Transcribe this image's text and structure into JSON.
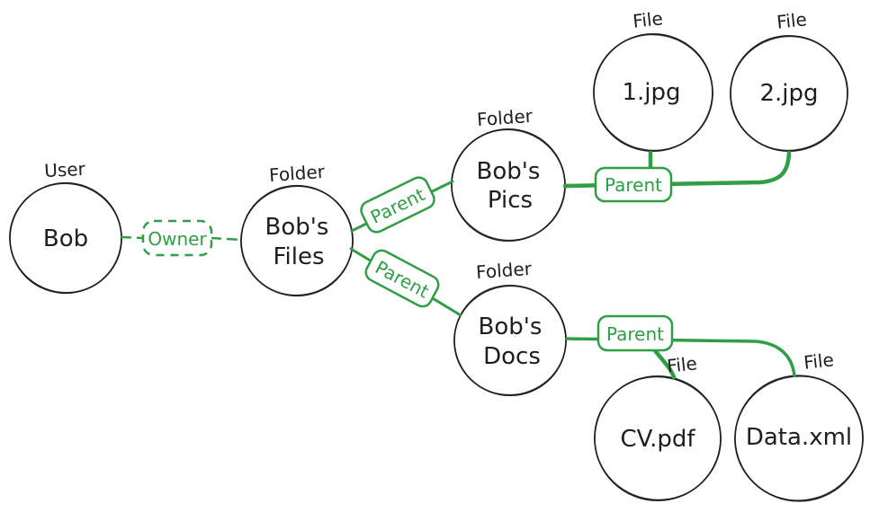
{
  "diagram": {
    "colors": {
      "edge_green": "#2f9e44",
      "ink": "#1e1e1e",
      "background": "#ffffff"
    },
    "nodes": {
      "bob": {
        "kind": "User",
        "line1": "Bob",
        "line2": ""
      },
      "bobs_files": {
        "kind": "Folder",
        "line1": "Bob's",
        "line2": "Files"
      },
      "bobs_pics": {
        "kind": "Folder",
        "line1": "Bob's",
        "line2": "Pics"
      },
      "bobs_docs": {
        "kind": "Folder",
        "line1": "Bob's",
        "line2": "Docs"
      },
      "jpg1": {
        "kind": "File",
        "line1": "1.jpg",
        "line2": ""
      },
      "jpg2": {
        "kind": "File",
        "line1": "2.jpg",
        "line2": ""
      },
      "cv_pdf": {
        "kind": "File",
        "line1": "CV.pdf",
        "line2": ""
      },
      "data_xml": {
        "kind": "File",
        "line1": "Data.xml",
        "line2": ""
      }
    },
    "edges": {
      "owner": {
        "label": "Owner",
        "from": "Bob",
        "to": "Bob's Files",
        "style": "dashed"
      },
      "files_pics": {
        "label": "Parent",
        "from": "Bob's Files",
        "to": "Bob's Pics",
        "style": "solid"
      },
      "files_docs": {
        "label": "Parent",
        "from": "Bob's Files",
        "to": "Bob's Docs",
        "style": "solid"
      },
      "pics_children": {
        "label": "Parent",
        "from": "Bob's Pics",
        "to": "1.jpg, 2.jpg",
        "style": "solid"
      },
      "docs_children": {
        "label": "Parent",
        "from": "Bob's Docs",
        "to": "CV.pdf, Data.xml",
        "style": "solid"
      }
    }
  }
}
